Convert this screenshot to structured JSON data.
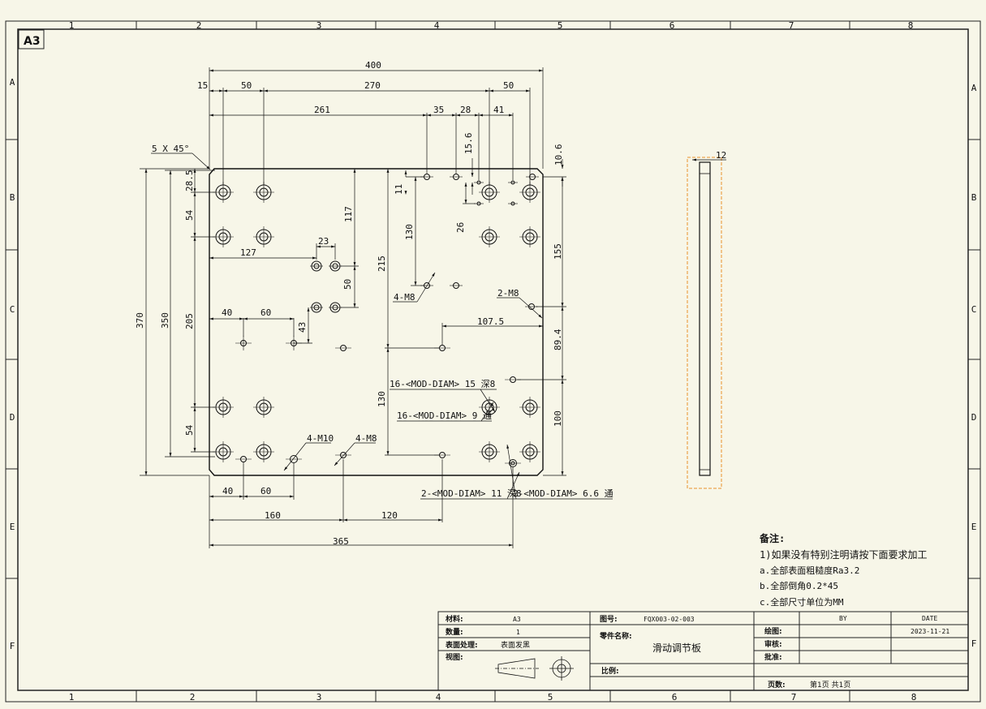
{
  "sheet": {
    "size_label": "A3",
    "zones_top": [
      "1",
      "2",
      "3",
      "4",
      "5",
      "6",
      "7",
      "8"
    ],
    "zones_bottom": [
      "1",
      "2",
      "3",
      "4",
      "5",
      "6",
      "7",
      "8"
    ],
    "zones_side": [
      "A",
      "B",
      "C",
      "D",
      "E",
      "F"
    ]
  },
  "dims": {
    "d400": "400",
    "d15": "15",
    "d50a": "50",
    "d270": "270",
    "d50b": "50",
    "d261": "261",
    "d35": "35",
    "d28": "28",
    "d41": "41",
    "d15_6": "15.6",
    "d10_6": "10.6",
    "d5x45": "5 X 45°",
    "d28_5": "28.5",
    "d54a": "54",
    "d117": "117",
    "d23": "23",
    "d127": "127",
    "d50c": "50",
    "d11": "11",
    "d130a": "130",
    "d26": "26",
    "d215": "215",
    "d155": "155",
    "d370": "370",
    "d350": "350",
    "d205": "205",
    "d40a": "40",
    "d60a": "60",
    "d43": "43",
    "d107_5": "107.5",
    "d89_4": "89.4",
    "d130b": "130",
    "d100": "100",
    "d54b": "54",
    "d40b": "40",
    "d60b": "60",
    "d160": "160",
    "d120": "120",
    "d365": "365",
    "d12": "12"
  },
  "callouts": {
    "m8_4a": "4-M8",
    "m8_2": "2-M8",
    "mod15": "16-<MOD-DIAM> 15 深8",
    "mod9": "16-<MOD-DIAM> 9 通",
    "m10_4": "4-M10",
    "m8_4b": "4-M8",
    "mod11": "2-<MOD-DIAM> 11 深8",
    "mod6_6": "2-<MOD-DIAM> 6.6 通"
  },
  "notes": {
    "title": "备注:",
    "line1": "1)如果没有特别注明请按下面要求加工",
    "line2": "a.全部表面粗糙度Ra3.2",
    "line3": "b.全部倒角0.2*45",
    "line4": "c.全部尺寸单位为MM"
  },
  "title_block": {
    "material_label": "材料:",
    "material_value": "A3",
    "qty_label": "数量:",
    "qty_value": "1",
    "surface_label": "表面处理:",
    "surface_value": "表面发黑",
    "view_label": "视图:",
    "drawing_no_label": "图号:",
    "drawing_no_value": "FQX003-02-003",
    "part_name_label": "零件名称:",
    "part_name_value": "滑动调节板",
    "scale_label": "比例:",
    "by_label": "BY",
    "date_label": "DATE",
    "drawn_label": "绘图:",
    "date_value": "2023-11-21",
    "check_label": "审核:",
    "approve_label": "批准:",
    "pages_label": "页数:",
    "pages_value": "第1页 共1页"
  }
}
